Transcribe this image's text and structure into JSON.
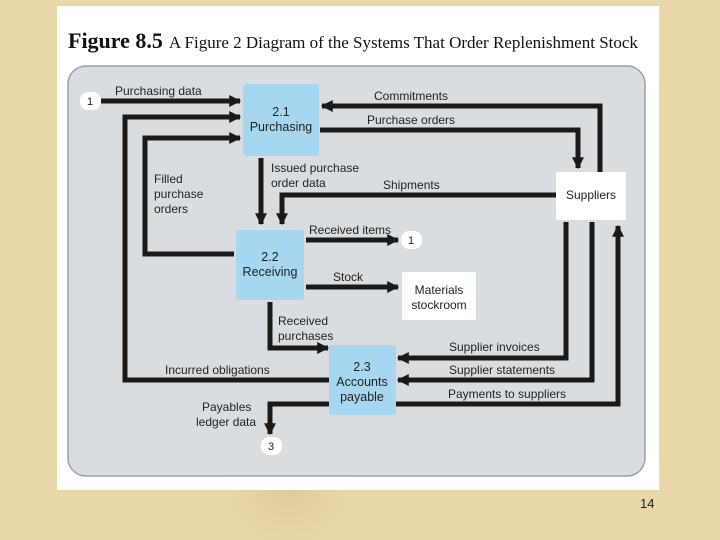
{
  "figure": {
    "number": "Figure 8.5",
    "caption": "A Figure 2 Diagram of the Systems That Order Replenishment Stock"
  },
  "processes": {
    "purchasing": {
      "id": "2.1",
      "name": "Purchasing"
    },
    "receiving": {
      "id": "2.2",
      "name": "Receiving"
    },
    "accounts_payable": {
      "id": "2.3",
      "line1": "Accounts",
      "line2": "payable"
    }
  },
  "entities": {
    "suppliers": "Suppliers",
    "materials_line1": "Materials",
    "materials_line2": "stockroom"
  },
  "connectors": {
    "in_1": "1",
    "out_1": "1",
    "out_3": "3"
  },
  "flows": {
    "purchasing_data": "Purchasing data",
    "commitments": "Commitments",
    "purchase_orders": "Purchase orders",
    "filled_1": "Filled",
    "filled_2": "purchase",
    "filled_3": "orders",
    "issued_1": "Issued purchase",
    "issued_2": "order data",
    "shipments": "Shipments",
    "received_items": "Received items",
    "stock": "Stock",
    "received_purchases_1": "Received",
    "received_purchases_2": "purchases",
    "supplier_invoices": "Supplier invoices",
    "incurred_obligations": "Incurred obligations",
    "supplier_statements": "Supplier statements",
    "payments_to_suppliers": "Payments to suppliers",
    "payables_1": "Payables",
    "payables_2": "ledger data"
  },
  "colors": {
    "panel": "#d9dde0",
    "process": "#a7d6f0",
    "arrow": "#1a1a1a"
  },
  "page_number": "14"
}
